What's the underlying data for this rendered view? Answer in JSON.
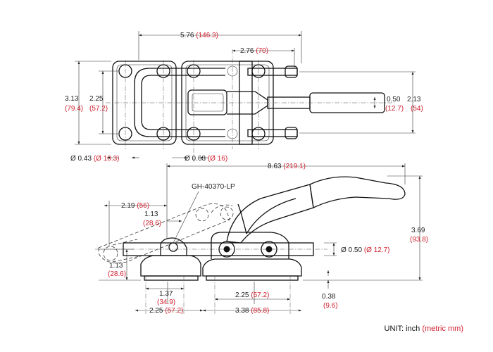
{
  "model": "GH-40370-LP",
  "unit_note": {
    "label": "UNIT:",
    "unit": "inch",
    "metric": "(metric mm)"
  },
  "top_view": {
    "overall_length": {
      "inch": "5.76",
      "mm": "(146.3)"
    },
    "handle_offset": {
      "inch": "2.76",
      "mm": "(70)"
    },
    "base_height": {
      "inch": "3.13",
      "mm": "(79.4)"
    },
    "hole_spacing": {
      "inch": "2.25",
      "mm": "(57.2)"
    },
    "bar_diameter": {
      "inch": "0.50",
      "mm": "(12.7)"
    },
    "handle_spacing": {
      "inch": "2.13",
      "mm": "(54)"
    },
    "mount_hole": {
      "inch": "Ø 0.43",
      "mm": "(Ø 10.3)"
    },
    "pin_hole": {
      "inch": "Ø 0.63",
      "mm": "(Ø 16)"
    }
  },
  "side_view": {
    "overall_length": {
      "inch": "8.63",
      "mm": "(219.1)"
    },
    "travel": {
      "inch": "2.19",
      "mm": "(56)"
    },
    "open_offset": {
      "inch": "1.13",
      "mm": "(28.6)"
    },
    "bar_height": {
      "inch": "1.13",
      "mm": "(28.6)"
    },
    "rod_diameter": {
      "inch": "Ø 0.50",
      "mm": "(Ø 12.7)"
    },
    "overall_height": {
      "inch": "3.69",
      "mm": "(93.8)"
    },
    "slot_spacing": {
      "inch": "1.37",
      "mm": "(34.9)"
    },
    "slot_pitch": {
      "inch": "2.25",
      "mm": "(57.2)"
    },
    "base_pitch": {
      "inch": "2.25",
      "mm": "(57.2)"
    },
    "base_length": {
      "inch": "3.38",
      "mm": "(85.8)"
    },
    "base_thickness": {
      "inch": "0.38",
      "mm": "(9.6)"
    }
  }
}
